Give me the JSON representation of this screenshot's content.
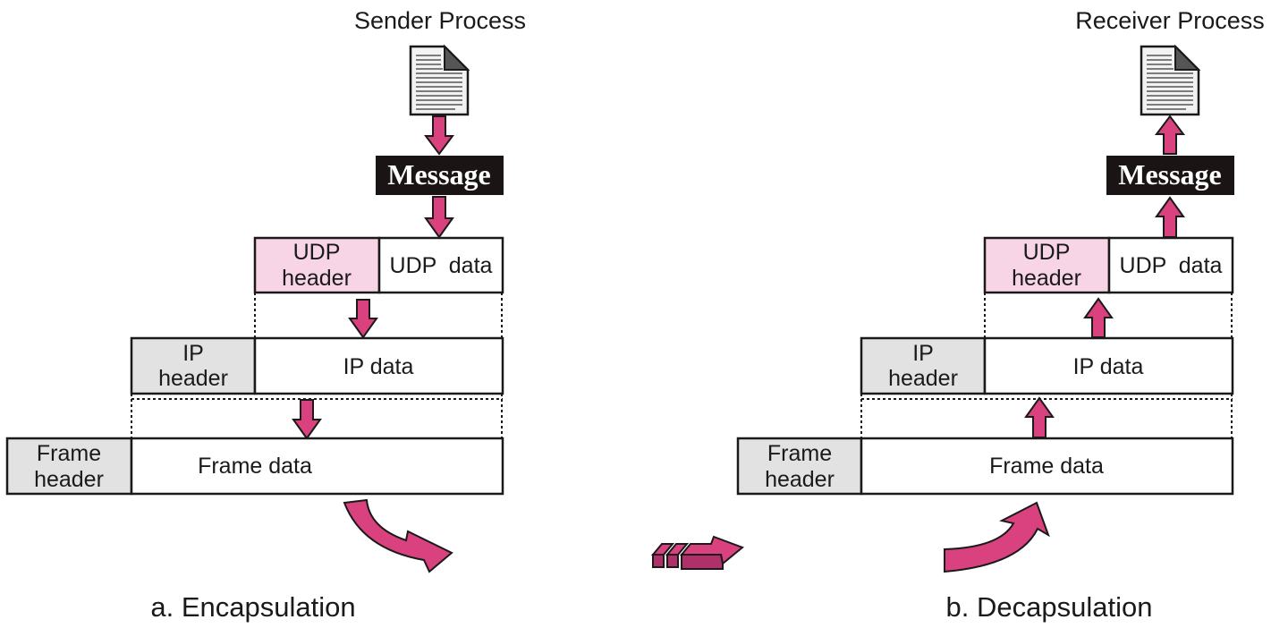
{
  "colors": {
    "arrow": "#d9427e",
    "udp_header_fill": "#f7d4e6",
    "header_fill": "#e2e2e2",
    "message_fill": "#1a1514",
    "stroke": "#1a1a1a"
  },
  "icons": [
    "document-icon",
    "down-arrow-icon",
    "up-arrow-icon",
    "curved-arrow-icon",
    "transmission-arrow-icon"
  ],
  "encapsulation": {
    "process": "Sender Process",
    "message": "Message",
    "udp_header": [
      "UDP",
      "header"
    ],
    "udp_data": "UDP  data",
    "ip_header": [
      "IP",
      "header"
    ],
    "ip_data": "IP data",
    "frame_header": [
      "Frame",
      "header"
    ],
    "frame_data": "Frame data",
    "caption": "a. Encapsulation"
  },
  "decapsulation": {
    "process": "Receiver Process",
    "message": "Message",
    "udp_header": [
      "UDP",
      "header"
    ],
    "udp_data": "UDP  data",
    "ip_header": [
      "IP",
      "header"
    ],
    "ip_data": "IP data",
    "frame_header": [
      "Frame",
      "header"
    ],
    "frame_data": "Frame data",
    "caption": "b. Decapsulation"
  }
}
